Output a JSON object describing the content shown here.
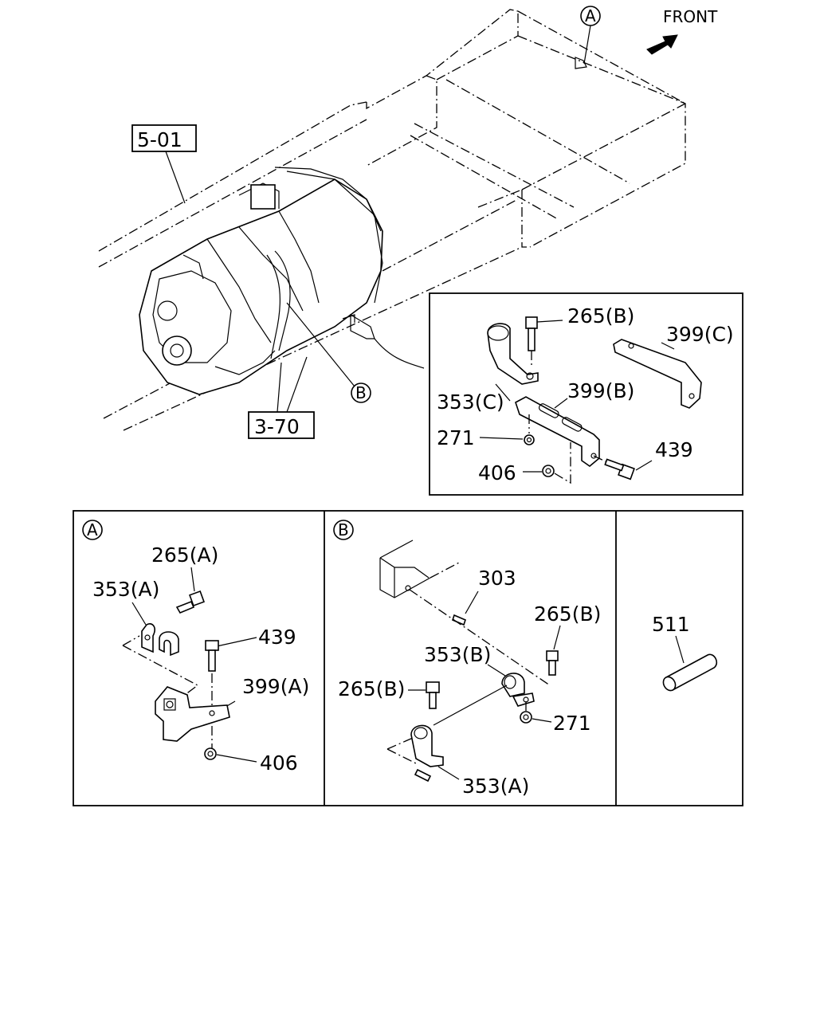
{
  "header": {
    "front_label": "FRONT"
  },
  "ref_boxes": {
    "frame_ref": "5-01",
    "trans_ref": "3-70"
  },
  "markers": {
    "a": "A",
    "b": "B"
  },
  "callouts_main": [
    {
      "id": "265b",
      "text": "265(B)"
    },
    {
      "id": "399c",
      "text": "399(C)"
    },
    {
      "id": "353c",
      "text": "353(C)"
    },
    {
      "id": "399b",
      "text": "399(B)"
    },
    {
      "id": "271",
      "text": "271"
    },
    {
      "id": "439",
      "text": "439"
    },
    {
      "id": "406",
      "text": "406"
    }
  ],
  "panel_a": {
    "marker": "A",
    "labels": {
      "p265a": "265(A)",
      "p353a": "353(A)",
      "p439": "439",
      "p399a": "399(A)",
      "p406": "406"
    }
  },
  "panel_b": {
    "marker": "B",
    "labels": {
      "p303": "303",
      "p265b_right": "265(B)",
      "p353b": "353(B)",
      "p265b_left": "265(B)",
      "p271": "271",
      "p353a": "353(A)"
    }
  },
  "panel_c": {
    "labels": {
      "p511": "511"
    }
  },
  "colors": {
    "ink": "#000000",
    "paper": "#ffffff"
  }
}
